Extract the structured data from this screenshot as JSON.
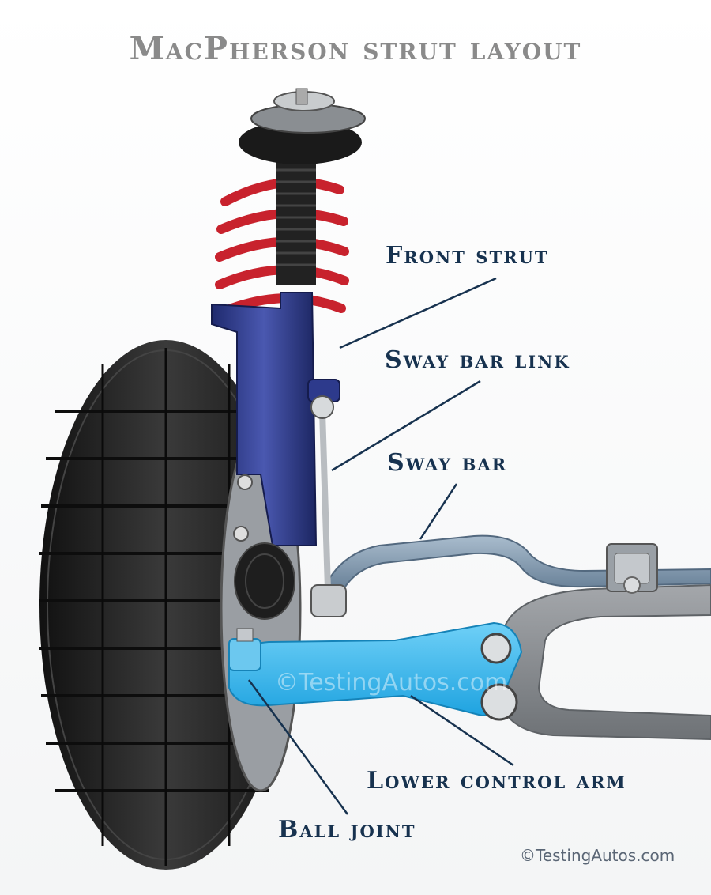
{
  "title": "MacPherson strut layout",
  "labels": {
    "front_strut": "Front strut",
    "sway_bar_link": "Sway bar link",
    "sway_bar": "Sway bar",
    "lower_control_arm": "Lower control arm",
    "ball_joint": "Ball joint"
  },
  "watermark": "©TestingAutos.com",
  "copyright": "©TestingAutos.com",
  "colors": {
    "label": "#17324f",
    "title": "#8a8a8a",
    "control_arm": "#3db8ee",
    "subframe": "#8c8f93",
    "sway_bar": "#7f97ad",
    "strut": "#2d3a8c",
    "spring": "#c8222d",
    "tire": "#1c1c1c"
  }
}
